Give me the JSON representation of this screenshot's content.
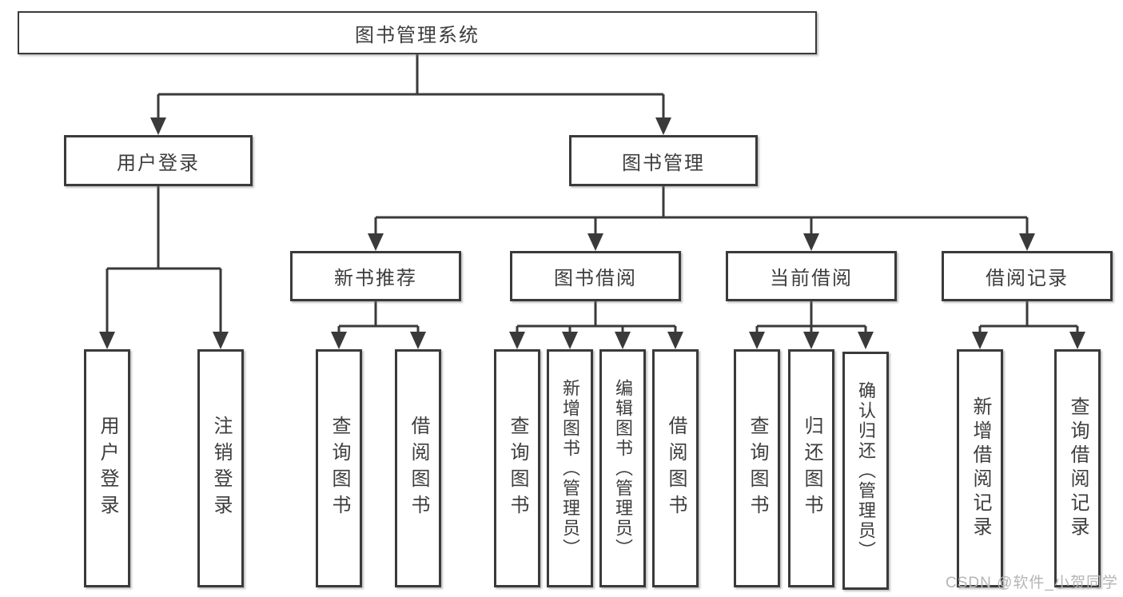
{
  "diagram": {
    "root": {
      "label": "图书管理系统"
    },
    "branches": [
      {
        "label": "用户登录",
        "children": [
          {
            "label": "用户登录"
          },
          {
            "label": "注销登录"
          }
        ]
      },
      {
        "label": "图书管理",
        "children": [
          {
            "label": "新书推荐",
            "children": [
              {
                "label": "查询图书"
              },
              {
                "label": "借阅图书"
              }
            ]
          },
          {
            "label": "图书借阅",
            "children": [
              {
                "label": "查询图书"
              },
              {
                "label": "新增图书（管理员）"
              },
              {
                "label": "编辑图书（管理员）"
              },
              {
                "label": "借阅图书"
              }
            ]
          },
          {
            "label": "当前借阅",
            "children": [
              {
                "label": "查询图书"
              },
              {
                "label": "归还图书"
              },
              {
                "label": "确认归还（管理员）"
              }
            ]
          },
          {
            "label": "借阅记录",
            "children": [
              {
                "label": "新增借阅记录"
              },
              {
                "label": "查询借阅记录"
              }
            ]
          }
        ]
      }
    ]
  },
  "watermark": {
    "text": "CSDN @软件_小贺同学"
  },
  "colors": {
    "line": "#3a3a3a",
    "text": "#3d3d3d",
    "watermark": "#b5b5b5",
    "background": "#ffffff"
  }
}
